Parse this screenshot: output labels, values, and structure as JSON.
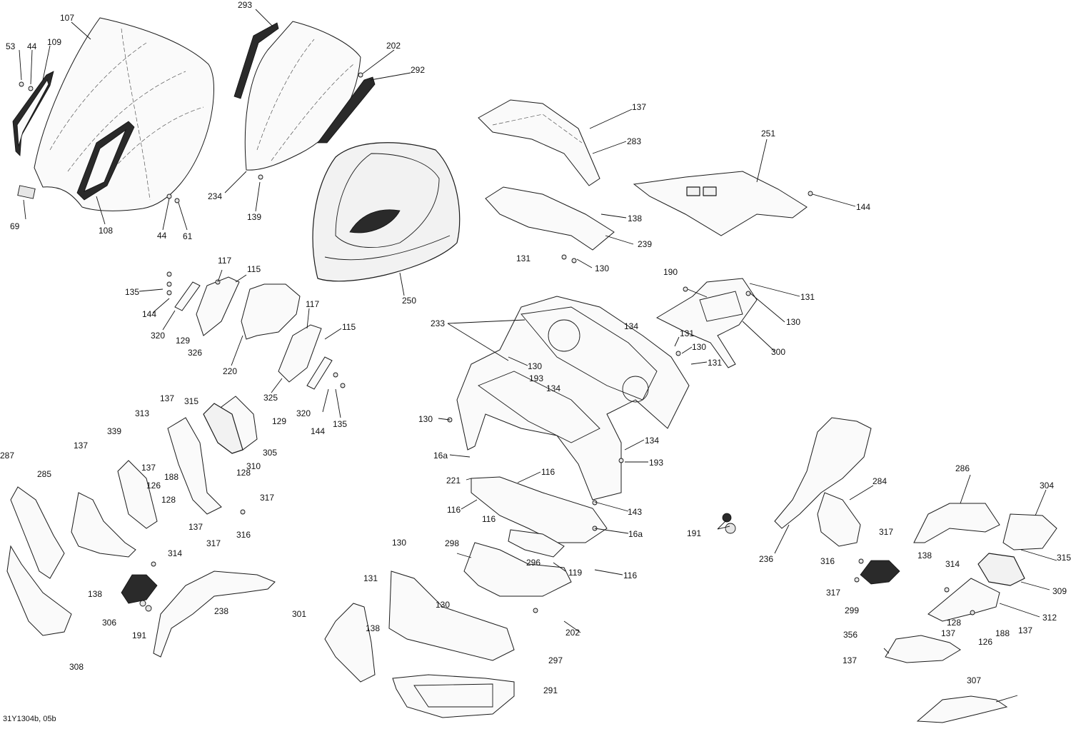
{
  "diagram": {
    "figure_code": "31Y1304b, 05b",
    "part_labels": [
      "107",
      "53",
      "44",
      "109",
      "69",
      "108",
      "44",
      "61",
      "293",
      "202",
      "292",
      "234",
      "139",
      "250",
      "137",
      "283",
      "251",
      "144",
      "138",
      "239",
      "130",
      "131",
      "117",
      "115",
      "135",
      "144",
      "320",
      "129",
      "326",
      "220",
      "117",
      "115",
      "325",
      "129",
      "320",
      "144",
      "135",
      "233",
      "134",
      "190",
      "131",
      "130",
      "300",
      "131",
      "130",
      "131",
      "130",
      "193",
      "134",
      "130",
      "16a",
      "221",
      "116",
      "116",
      "116",
      "134",
      "193",
      "143",
      "16a",
      "119",
      "116",
      "296",
      "298",
      "202",
      "137",
      "315",
      "313",
      "339",
      "305",
      "310",
      "137",
      "137",
      "126",
      "188",
      "128",
      "128",
      "137",
      "317",
      "316",
      "317",
      "287",
      "285",
      "314",
      "138",
      "306",
      "191",
      "238",
      "308",
      "130",
      "131",
      "130",
      "301",
      "138",
      "297",
      "291",
      "191",
      "236",
      "284",
      "286",
      "304",
      "317",
      "316",
      "138",
      "314",
      "315",
      "317",
      "299",
      "309",
      "312",
      "128",
      "188",
      "126",
      "137",
      "356",
      "137",
      "137",
      "307"
    ]
  }
}
